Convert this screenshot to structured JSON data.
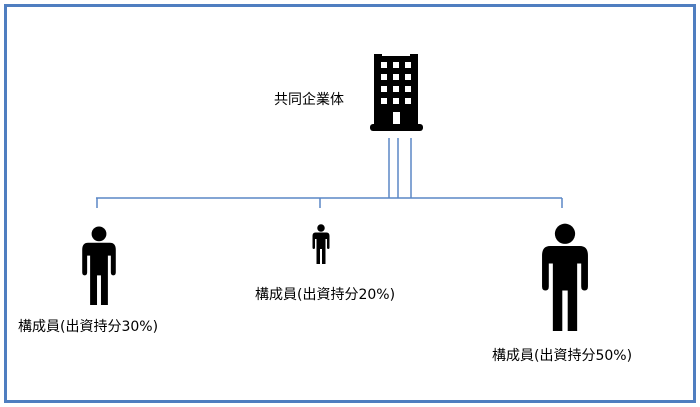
{
  "diagram": {
    "parent": {
      "label": "共同企業体",
      "icon": "office-building-icon"
    },
    "members": [
      {
        "label": "構成員(出資持分30%)",
        "share": 30,
        "icon": "person-icon"
      },
      {
        "label": "構成員(出資持分20%)",
        "share": 20,
        "icon": "person-icon"
      },
      {
        "label": "構成員(出資持分50%)",
        "share": 50,
        "icon": "person-icon"
      }
    ]
  },
  "colors": {
    "frame": "#4f7ec0",
    "connector": "#5a87c6",
    "icon": "#000000"
  }
}
